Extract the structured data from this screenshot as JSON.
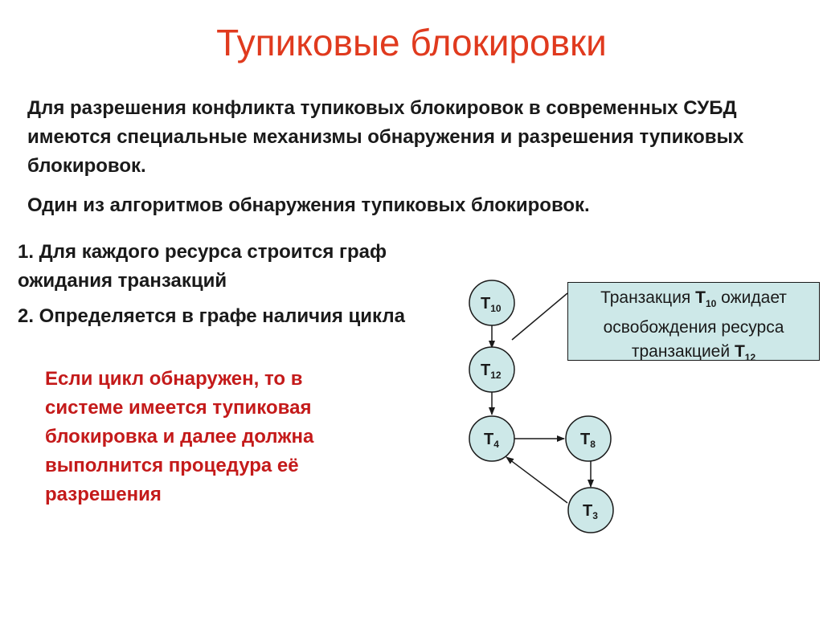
{
  "title": "Тупиковые блокировки",
  "paragraphs": {
    "intro": "Для разрешения конфликта тупиковых блокировок в современных СУБД имеются специальные механизмы обнаружения и разрешения тупиковых блокировок.",
    "algorithm": "Один из алгоритмов обнаружения тупиковых блокировок.",
    "step1": "1. Для каждого ресурса строится граф ожидания транзакций",
    "step2": "2. Определяется в графе наличия цикла",
    "conclusion": "Если цикл обнаружен, то в системе имеется тупиковая блокировка и далее должна выполнится процедура её разрешения"
  },
  "graph": {
    "nodes": [
      {
        "id": "t10",
        "letter": "T",
        "sub": "10"
      },
      {
        "id": "t12",
        "letter": "T",
        "sub": "12"
      },
      {
        "id": "t4",
        "letter": "T",
        "sub": "4"
      },
      {
        "id": "t8",
        "letter": "T",
        "sub": "8"
      },
      {
        "id": "t3",
        "letter": "T",
        "sub": "3"
      }
    ],
    "edges": [
      {
        "from": "t10",
        "to": "t12"
      },
      {
        "from": "t12",
        "to": "t4"
      },
      {
        "from": "t4",
        "to": "t8"
      },
      {
        "from": "t8",
        "to": "t3"
      },
      {
        "from": "t3",
        "to": "t4"
      }
    ]
  },
  "callout": {
    "part1": "Транзакция ",
    "t_a": "T",
    "t_a_sub": "10",
    "part2": " ожидает",
    "line2": "освобождения ресурса",
    "part3": "транзакцией ",
    "t_b": "T",
    "t_b_sub": "12"
  },
  "colors": {
    "title": "#e03a1e",
    "highlight_text": "#c41a1a",
    "node_fill": "#cde8e8",
    "callout_fill": "#cde8e8"
  }
}
